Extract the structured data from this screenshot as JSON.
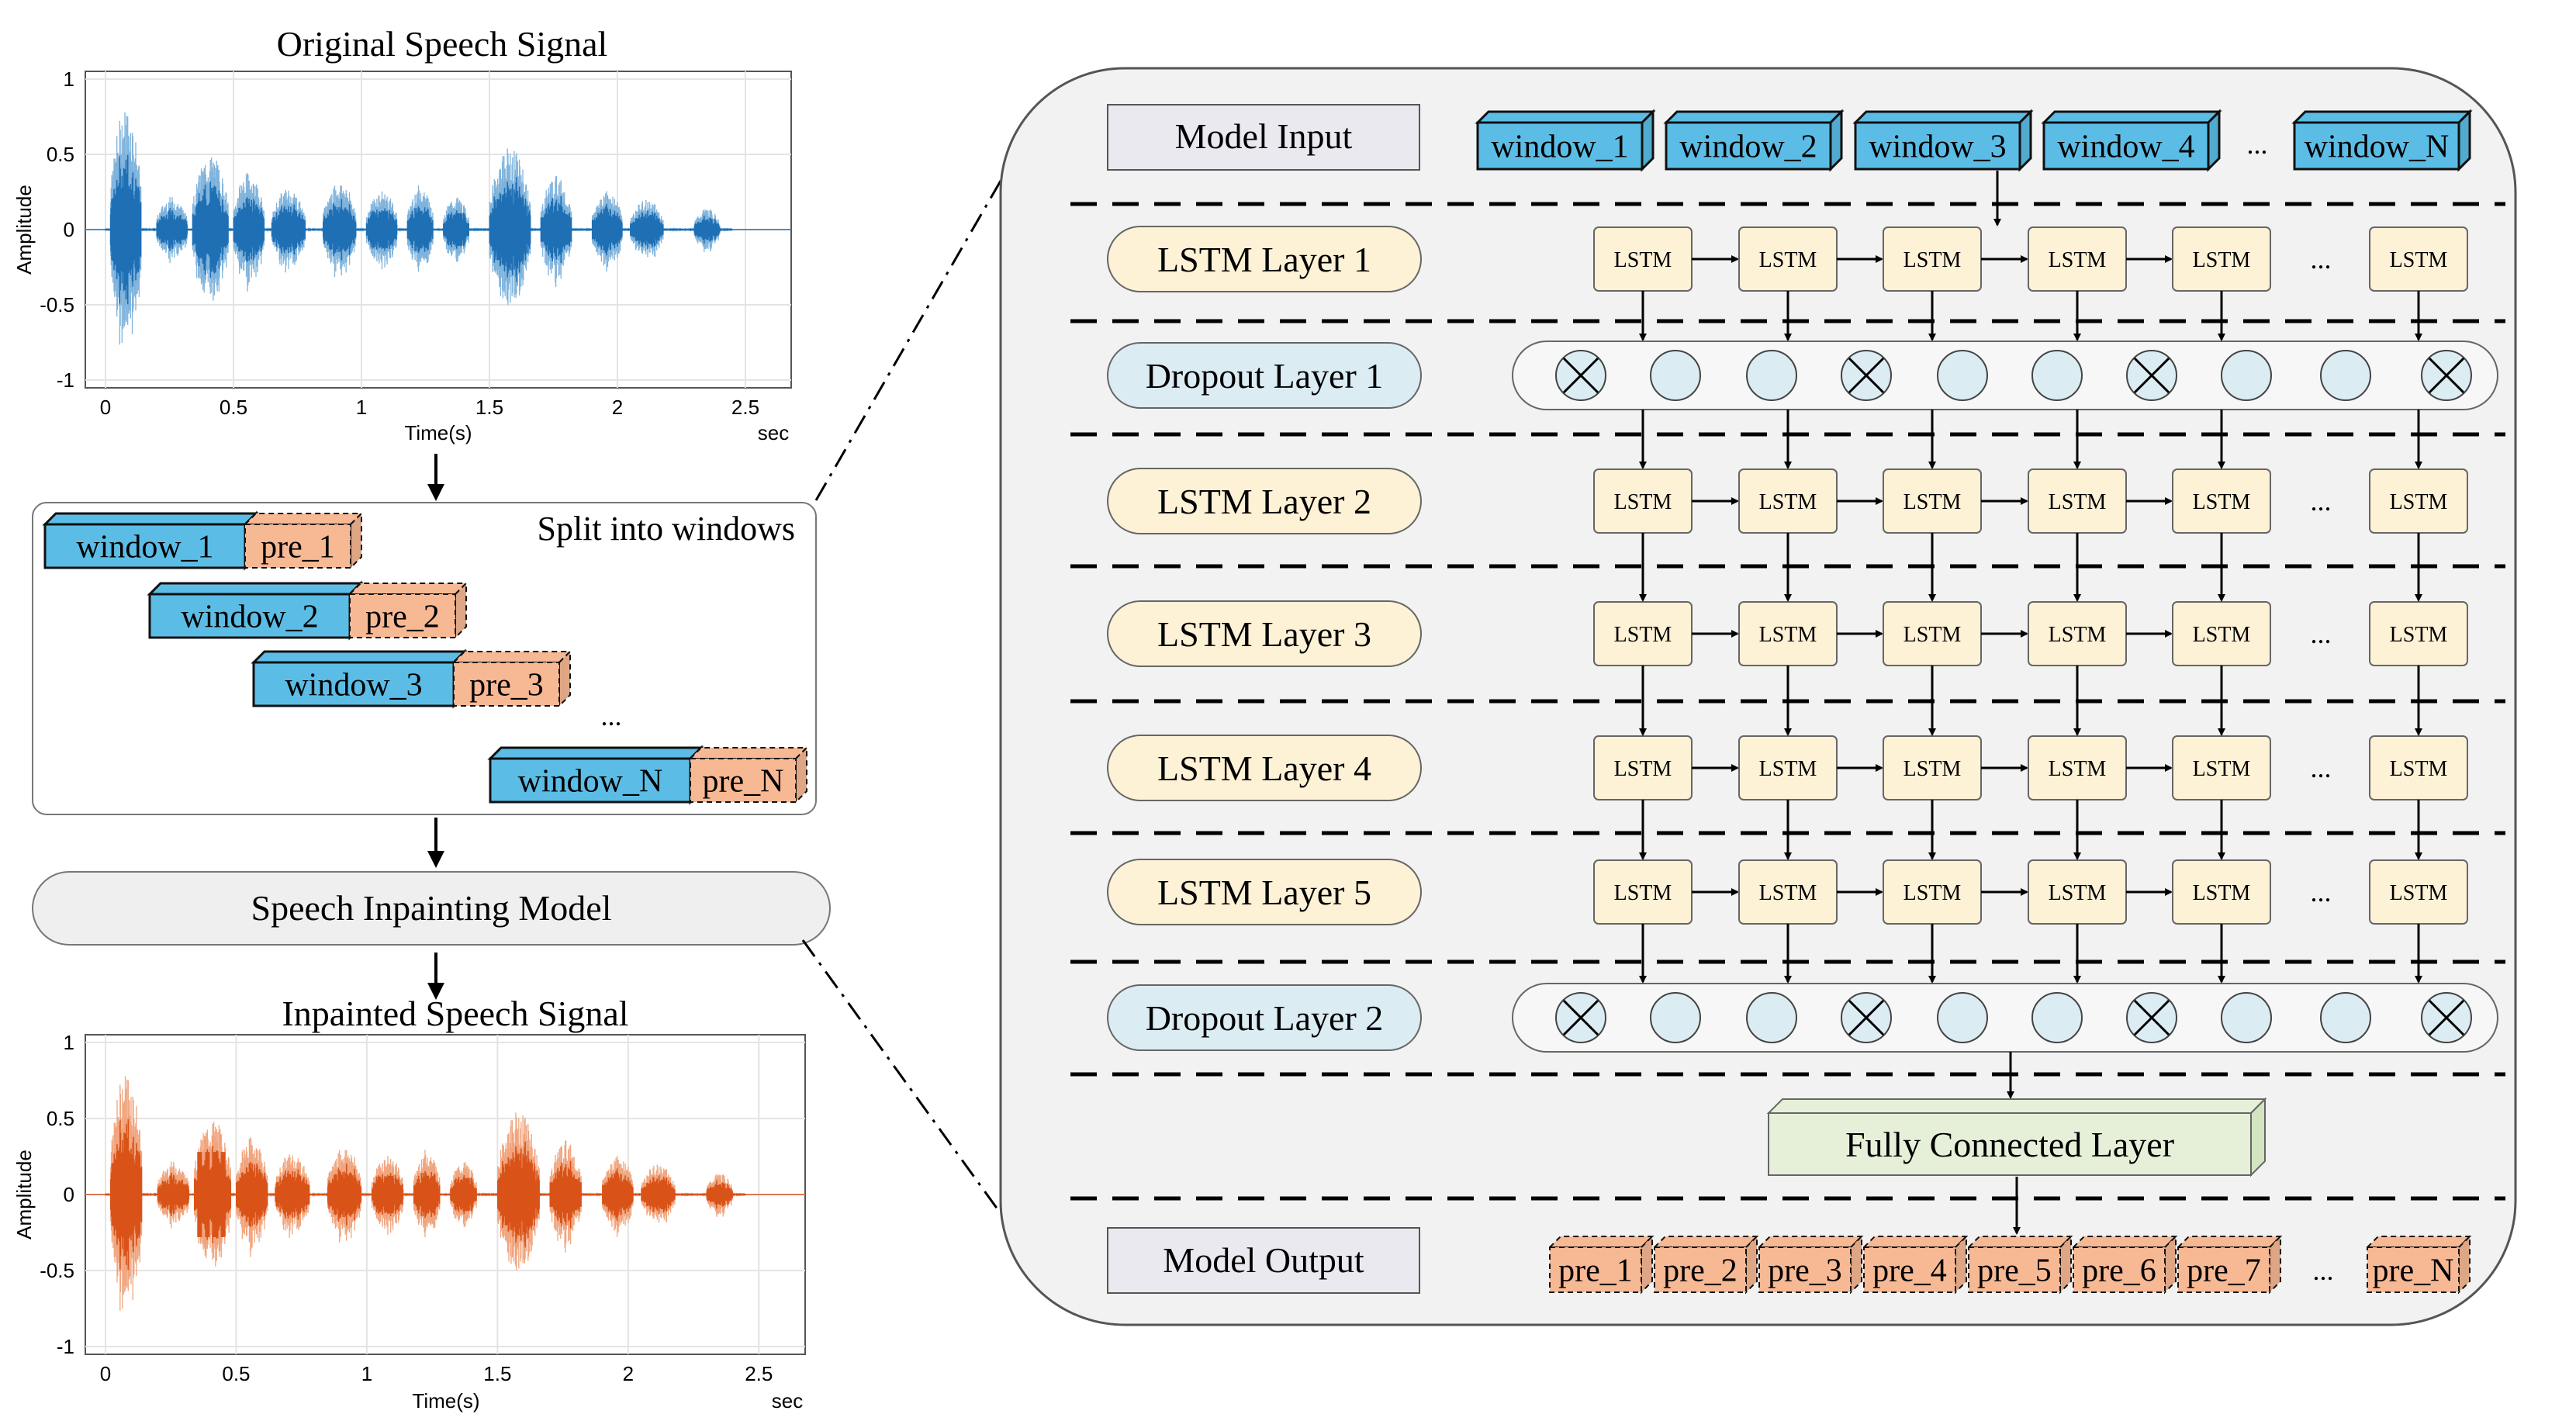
{
  "plots": {
    "original": {
      "title": "Original Speech Signal",
      "ylabel": "Amplitude",
      "xlabel": "Time(s)",
      "x_unit": "sec",
      "xticks": [
        "0",
        "0.5",
        "1",
        "1.5",
        "2",
        "2.5"
      ],
      "yticks": [
        "1",
        "0.5",
        "0",
        "-0.5",
        "-1"
      ],
      "color_dark": "#1f6fb4",
      "color_light": "#7fb3dc"
    },
    "inpainted": {
      "title": "Inpainted Speech Signal",
      "ylabel": "Amplitude",
      "xlabel": "Time(s)",
      "x_unit": "sec",
      "xticks": [
        "0",
        "0.5",
        "1",
        "1.5",
        "2",
        "2.5"
      ],
      "yticks": [
        "1",
        "0.5",
        "0",
        "-0.5",
        "-1"
      ],
      "color_dark": "#d95319",
      "color_light": "#f0a57e"
    }
  },
  "split": {
    "title": "Split into windows",
    "rows": [
      {
        "window": "window_1",
        "pre": "pre_1"
      },
      {
        "window": "window_2",
        "pre": "pre_2"
      },
      {
        "window": "window_3",
        "pre": "pre_3"
      },
      {
        "window": "window_N",
        "pre": "pre_N"
      }
    ],
    "ellipsis": "..."
  },
  "model": {
    "label": "Speech Inpainting Model"
  },
  "architecture": {
    "input_label": "Model Input",
    "input_windows": [
      "window_1",
      "window_2",
      "window_3",
      "window_4",
      "window_N"
    ],
    "layers": [
      {
        "label": "LSTM Layer 1",
        "type": "lstm"
      },
      {
        "label": "Dropout Layer 1",
        "type": "dropout"
      },
      {
        "label": "LSTM Layer 2",
        "type": "lstm"
      },
      {
        "label": "LSTM Layer 3",
        "type": "lstm"
      },
      {
        "label": "LSTM Layer 4",
        "type": "lstm"
      },
      {
        "label": "LSTM Layer 5",
        "type": "lstm"
      },
      {
        "label": "Dropout Layer 2",
        "type": "dropout"
      }
    ],
    "lstm_cell": "LSTM",
    "ellipsis": "...",
    "dropout_pattern": [
      true,
      false,
      false,
      true,
      false,
      false,
      true,
      false,
      false,
      true
    ],
    "fc_label": "Fully Connected Layer",
    "output_label": "Model Output",
    "outputs": [
      "pre_1",
      "pre_2",
      "pre_3",
      "pre_4",
      "pre_5",
      "pre_6",
      "pre_7",
      "pre_N"
    ]
  },
  "colors": {
    "window_fill": "#5bbde6",
    "pre_fill": "#f7b894",
    "lstm_fill": "#fdf1d6",
    "dropout_fill": "#dcecf3",
    "input_label_fill": "#ebe9f0",
    "fc_fill": "#e6f0d9",
    "panel_fill": "#f2f2f2"
  }
}
